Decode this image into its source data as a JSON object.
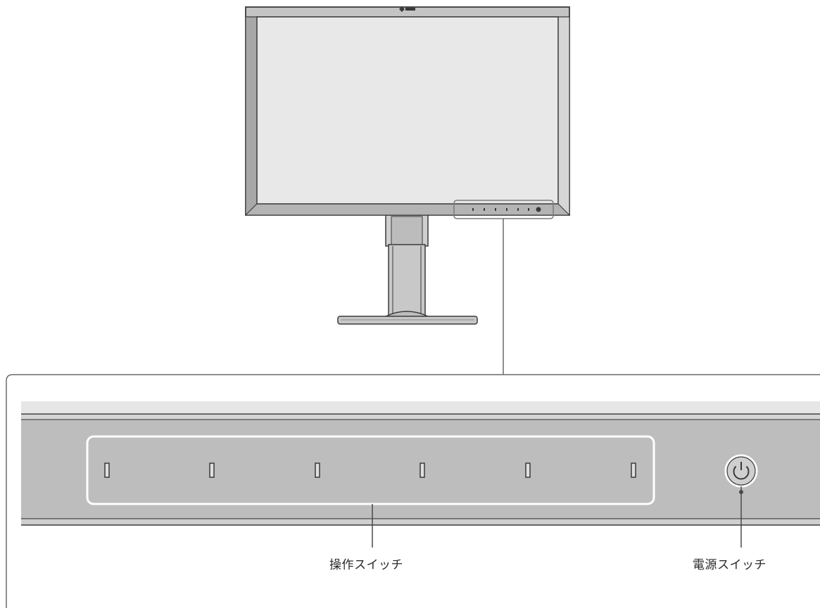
{
  "labels": {
    "operation_switches": "操作スイッチ",
    "power_switch": "電源スイッチ"
  },
  "colors": {
    "outline": "#3a3a3a",
    "bezel": "#c4c4c4",
    "bezel_dark": "#9a9a9a",
    "screen": "#e8e8e8",
    "panel_strip": "#bdbdbd",
    "panel_top": "#e6e6e6",
    "highlight": "#ffffff"
  },
  "icons": {
    "power": "power-icon",
    "logo": "brand-logo-icon",
    "touch_key": "touch-key-icon"
  },
  "operation_switch_count": 6
}
